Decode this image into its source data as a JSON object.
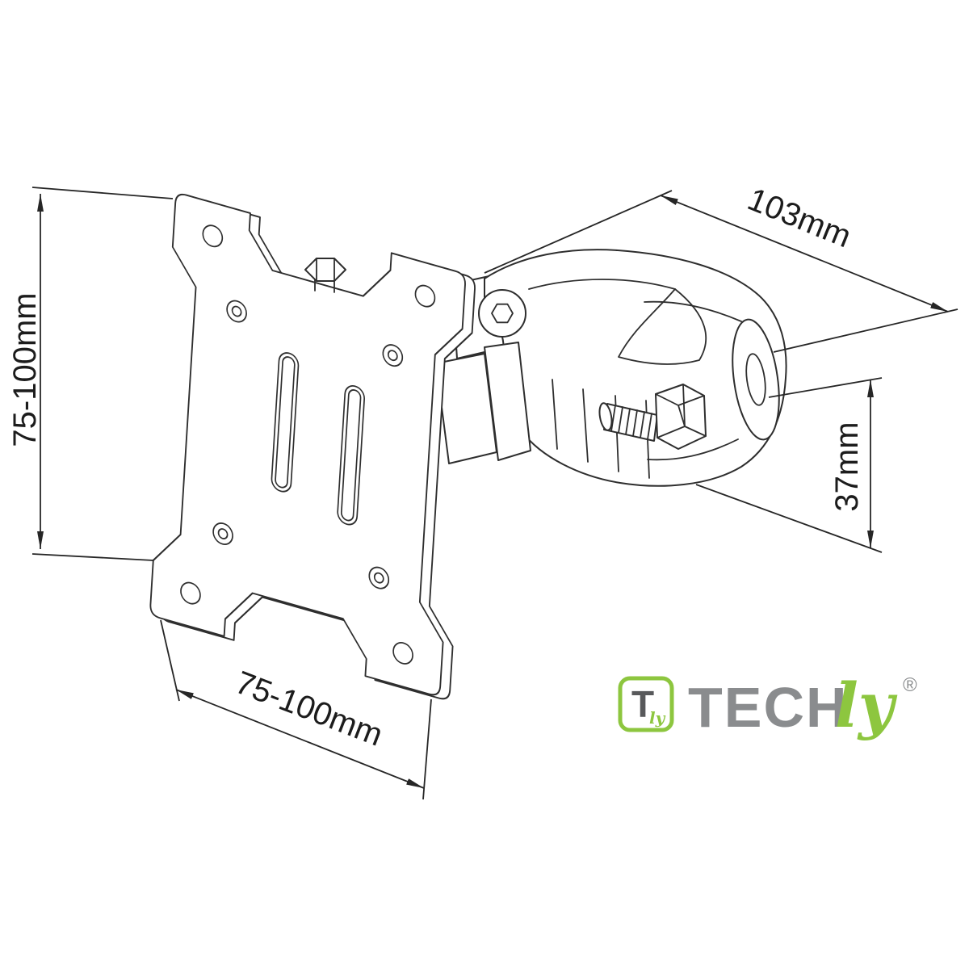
{
  "dimensions": {
    "vesa_vertical": "75-100mm",
    "arm_length": "103mm",
    "clamp_height": "37mm",
    "vesa_horizontal": "75-100mm"
  },
  "logo": {
    "brand_prefix": "TECH",
    "brand_suffix": "ly",
    "registered": "®",
    "icon_letter": "T",
    "icon_suffix": "ly"
  },
  "colors": {
    "line": "#2e2e2e",
    "logo_green": "#8dc63f",
    "logo_gray": "#8a8c8e",
    "icon_letter_gray": "#58595b"
  }
}
